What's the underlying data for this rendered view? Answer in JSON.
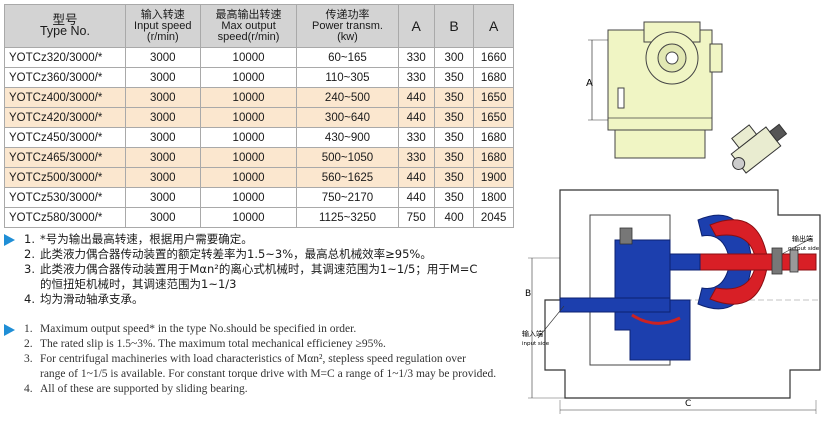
{
  "table": {
    "headers": {
      "type": [
        "型号",
        "Type No."
      ],
      "input": [
        "输入转速",
        "Input speed",
        "(r/min)"
      ],
      "output": [
        "最高输出转速",
        "Max output",
        "speed(r/min)"
      ],
      "power": [
        "传递功率",
        "Power transm.",
        "(kw)"
      ],
      "a1": "A",
      "b": "B",
      "a2": "A"
    },
    "rows": [
      {
        "model": "YOTCz320/3000/*",
        "input": "3000",
        "output": "10000",
        "power": "60~165",
        "a1": "330",
        "b": "300",
        "a2": "1660"
      },
      {
        "model": "YOTCz360/3000/*",
        "input": "3000",
        "output": "10000",
        "power": "110~305",
        "a1": "330",
        "b": "350",
        "a2": "1680"
      },
      {
        "model": "YOTCz400/3000/*",
        "input": "3000",
        "output": "10000",
        "power": "240~500",
        "a1": "440",
        "b": "350",
        "a2": "1650"
      },
      {
        "model": "YOTCz420/3000/*",
        "input": "3000",
        "output": "10000",
        "power": "300~640",
        "a1": "440",
        "b": "350",
        "a2": "1650"
      },
      {
        "model": "YOTCz450/3000/*",
        "input": "3000",
        "output": "10000",
        "power": "430~900",
        "a1": "330",
        "b": "350",
        "a2": "1680"
      },
      {
        "model": "YOTCz465/3000/*",
        "input": "3000",
        "output": "10000",
        "power": "500~1050",
        "a1": "330",
        "b": "350",
        "a2": "1680"
      },
      {
        "model": "YOTCz500/3000/*",
        "input": "3000",
        "output": "10000",
        "power": "560~1625",
        "a1": "440",
        "b": "350",
        "a2": "1900"
      },
      {
        "model": "YOTCz530/3000/*",
        "input": "3000",
        "output": "10000",
        "power": "750~2170",
        "a1": "440",
        "b": "350",
        "a2": "1800"
      },
      {
        "model": "YOTCz580/3000/*",
        "input": "3000",
        "output": "10000",
        "power": "1125~3250",
        "a1": "750",
        "b": "400",
        "a2": "2045"
      }
    ]
  },
  "notes_cn": [
    {
      "num": "1.",
      "text": "*号为输出最高转速，根据用户需要确定。"
    },
    {
      "num": "2.",
      "text": "此类液力偶合器传动装置的额定转差率为1.5~3%，最高总机械效率≥95%。"
    },
    {
      "num": "3.",
      "text": "此类液力偶合器传动装置用于Mαn²的离心式机械时，其调速范围为1~1/5；用于M=C",
      "cont": "的恒扭矩机械时，其调速范围为1~1/3"
    },
    {
      "num": "4.",
      "text": "均为滑动轴承支承。"
    }
  ],
  "notes_en": [
    {
      "num": "1.",
      "text": "Maximum output speed* in the type No.should be specified in order."
    },
    {
      "num": "2.",
      "text": "The rated slip is 1.5~3%. The maximum total mechanical efficieney ≥95%."
    },
    {
      "num": "3.",
      "text": "For centrifugal machineries with load characteristics of Mαn², stepless speed regulation over",
      "cont": "range of 1~1/5 is available. For constant torque drive with M=C a range of 1~1/3 may be provided."
    },
    {
      "num": "4.",
      "text": "All of these are supported by sliding bearing."
    }
  ],
  "drawing": {
    "dim_a": "A",
    "dim_b": "B",
    "dim_c": "C",
    "output_cn": "输出端",
    "output_en": "output side",
    "input_cn": "输入端",
    "input_en": "input side"
  },
  "colors": {
    "header_bg": "#d3d3d3",
    "row_highlight": "#fbe7cf",
    "bullet": "#1f8ed6",
    "housing": "#f0f5c4",
    "blue_part": "#1c3fae",
    "red_part": "#d81f26"
  },
  "icons": [
    "triangle-bullet-icon"
  ]
}
